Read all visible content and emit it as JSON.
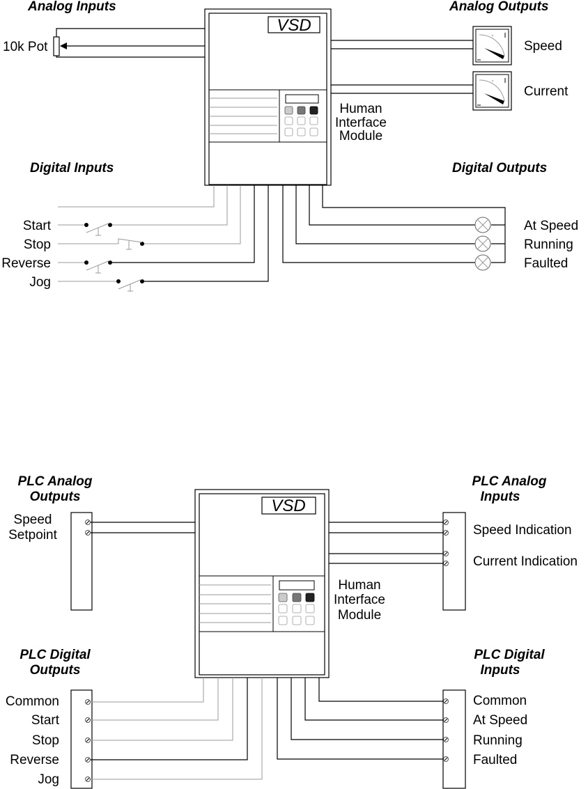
{
  "top": {
    "headers": {
      "analog_inputs": "Analog Inputs",
      "analog_outputs": "Analog Outputs",
      "digital_inputs": "Digital Inputs",
      "digital_outputs": "Digital Outputs"
    },
    "vsd_label": "VSD",
    "pot_label": "10k Pot",
    "meters": [
      "Speed",
      "Current"
    ],
    "him_label": [
      "Human",
      "Interface",
      "Module"
    ],
    "switches": [
      "Start",
      "Stop",
      "Reverse",
      "Jog"
    ],
    "lamps": [
      "At Speed",
      "Running",
      "Faulted"
    ]
  },
  "bottom": {
    "headers": {
      "plc_analog_outputs": [
        "PLC Analog",
        "Outputs"
      ],
      "plc_analog_inputs": [
        "PLC Analog",
        "Inputs"
      ],
      "plc_digital_outputs": [
        "PLC Digital",
        "Outputs"
      ],
      "plc_digital_inputs": [
        "PLC Digital",
        "Inputs"
      ]
    },
    "vsd_label": "VSD",
    "speed_setpoint": [
      "Speed",
      "Setpoint"
    ],
    "analog_input_labels": [
      "Speed Indication",
      "Current Indication"
    ],
    "him_label": [
      "Human",
      "Interface",
      "Module"
    ],
    "digital_output_labels": [
      "Common",
      "Start",
      "Stop",
      "Reverse",
      "Jog"
    ],
    "digital_input_labels": [
      "Common",
      "At Speed",
      "Running",
      "Faulted"
    ]
  },
  "colors": {
    "line": "#000000",
    "grey_wire": "#9a9a9a",
    "key_dark": "#222222",
    "key_mid": "#777777",
    "key_light": "#cccccc"
  }
}
